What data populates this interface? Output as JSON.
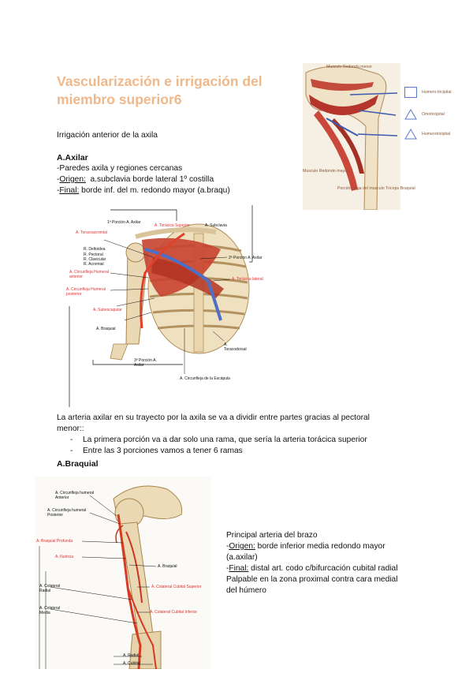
{
  "title": "Vascularización e irrigación del miembro superior6",
  "subtitle": "Irrigación anterior de la axila",
  "axilar": {
    "heading": "A.Axilar",
    "line1": "-Paredes axila y regiones cercanas",
    "origen_prefix": "-",
    "origen_label": "Origen:",
    "origen_text": "  a.subclavia borde lateral 1º costilla",
    "final_prefix": "-",
    "final_label": "Final:",
    "final_text": " borde inf. del m. redondo mayor (a.braqu)"
  },
  "shoulder_fig": {
    "labels": [
      "Musculo Redondo menor",
      "Humero tricipital",
      "Omotricipital",
      "Humerotricipital",
      "Musculo Redondo mayor",
      "Porción larga del musculo Tríceps Braquial"
    ]
  },
  "axila_fig": {
    "labels_black": [
      "1ª Porción A. Axilar",
      "A. Subclavia",
      "2ª Porción A. Axilar",
      "R. Deltoidea",
      "R. Pectoral",
      "R. Clavicular",
      "R. Acromial",
      "A. Braquial",
      "3ª Porción A. Axilar",
      "A. Toracodorsal",
      "A. Circunfleja de la Escápula"
    ],
    "labels_red": [
      "A. Torácica Superior",
      "A. Toracoacromial",
      "A. Circunfleja Humeral anterior",
      "A. Circunfleja Humeral posterior",
      "A. Torácica lateral",
      "A. Subescapular"
    ]
  },
  "axilar_text": {
    "p1_line1": "La arteria axilar en su trayecto por la axila se va a dividir entre partes gracias al pectoral",
    "p1_line2": "menor::",
    "bullets": [
      "La primera porción va a dar solo una rama, que sería la arteria torácica superior",
      "Entre las 3 porciones vamos a tener 6 ramas"
    ]
  },
  "braquial": {
    "heading": "A.Braquial",
    "line1": "Principal arteria del brazo",
    "origen_prefix": "-",
    "origen_label": "Origen:",
    "origen_text": " borde inferior media redondo mayor",
    "origen_cont": "(a.axilar)",
    "final_prefix": "-",
    "final_label": "Final:",
    "final_text": " distal art. codo c/bifurcación cubital radial",
    "line4": "Palpable en la zona proximal contra cara medial",
    "line5": "del húmero"
  },
  "brazo_fig": {
    "labels": [
      "A. Circunfleja humeral Anterior",
      "A. Circunfleja humeral Posterior",
      "A. Braquial Profunda",
      "A. Nutricia",
      "A. Braquial",
      "A. Colateral Radial",
      "A. Colateral Cubital Superior",
      "A. Colateral Media",
      "A. Colateral Cubital Inferior",
      "A. Radial",
      "A. Cubital"
    ]
  }
}
